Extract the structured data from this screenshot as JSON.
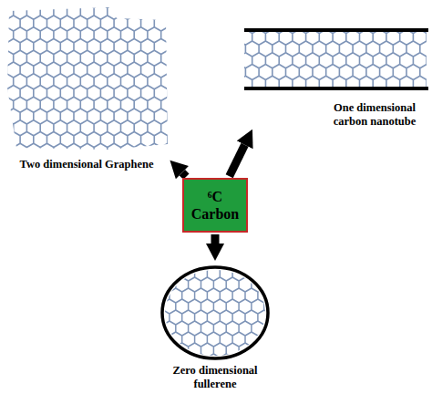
{
  "diagram": {
    "nodes": [
      {
        "text": [
          "Two dimensional Graphene"
        ]
      },
      {
        "text": [
          "One dimensional carbon nanotube"
        ]
      },
      {
        "text": [
          "⁶C",
          "Carbon"
        ]
      },
      {
        "text": [
          "Zero dimensional fullerene"
        ]
      }
    ],
    "edges": [
      {
        "from": 2,
        "to": 0,
        "arrow": "to"
      },
      {
        "from": 2,
        "to": 1,
        "arrow": "to"
      },
      {
        "from": 2,
        "to": 3,
        "arrow": "to"
      }
    ]
  }
}
